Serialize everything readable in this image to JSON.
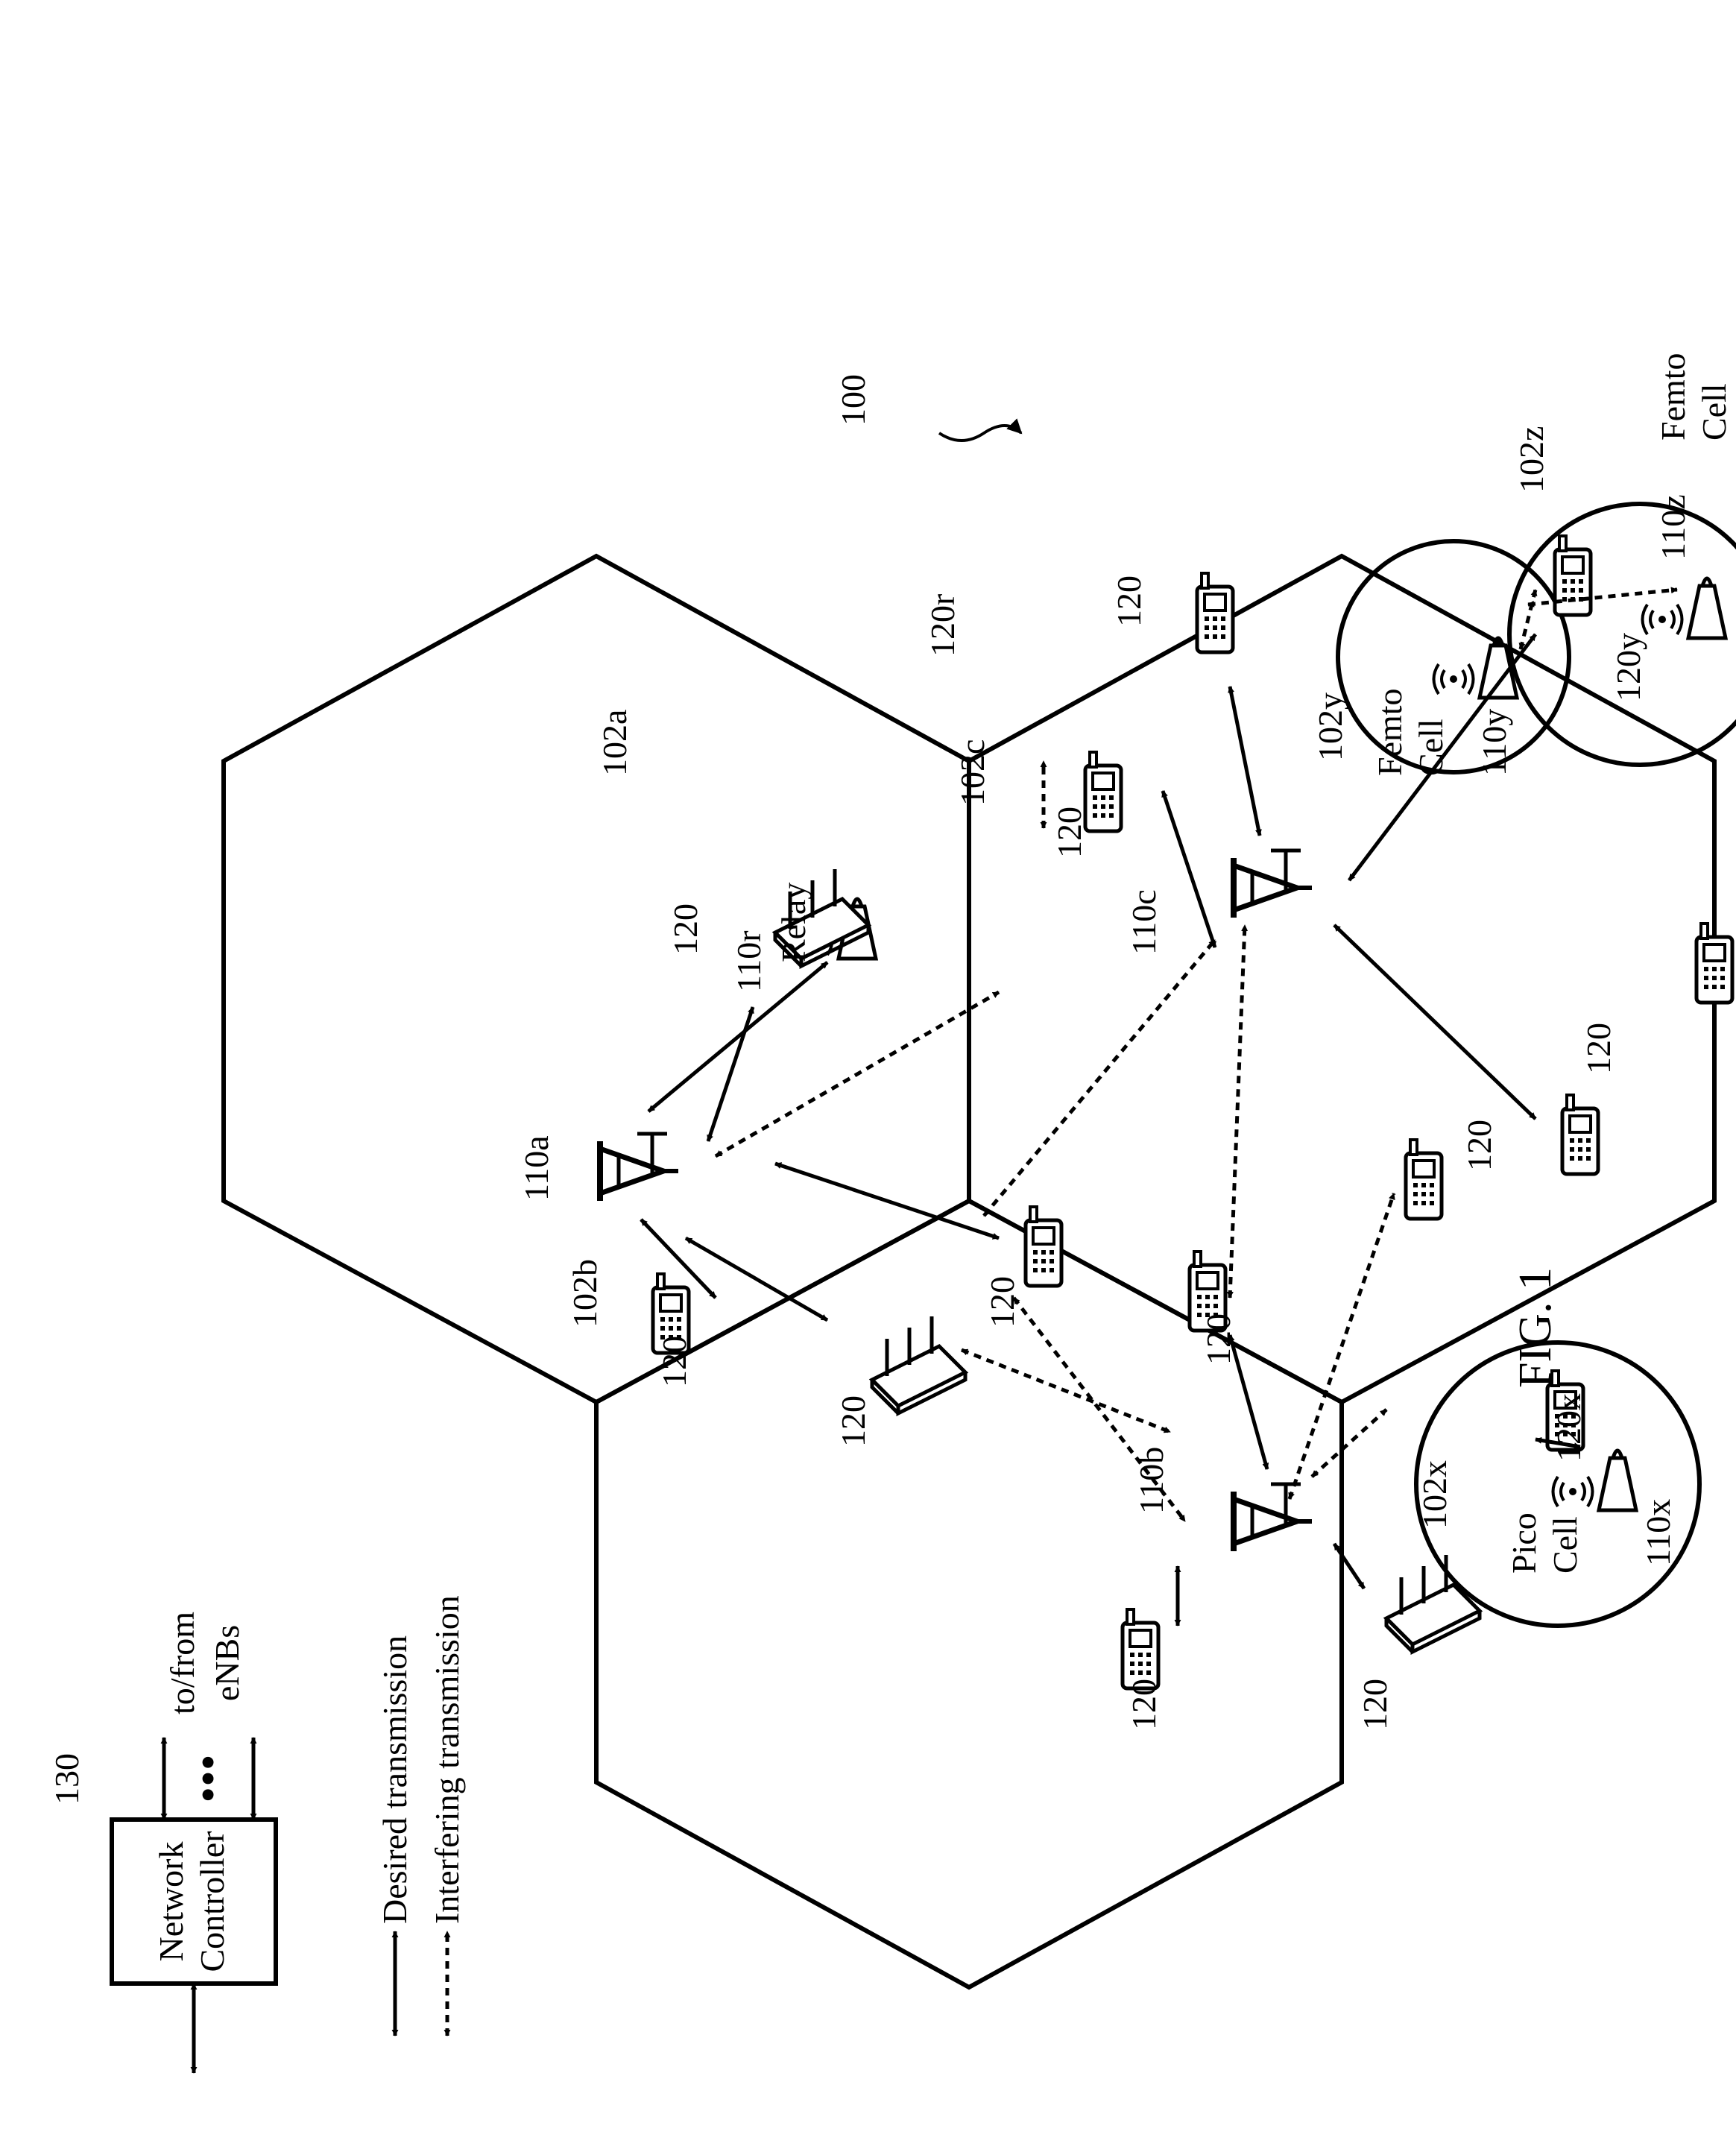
{
  "figure": {
    "title": "FIG. 1",
    "system_ref": "100"
  },
  "cells": {
    "macro_a": "102a",
    "macro_b": "102b",
    "macro_c": "102c",
    "pico_cell": "102x",
    "femto_cell_y": "102y",
    "femto_cell_z": "102z"
  },
  "stations": {
    "enb_a": "110a",
    "enb_b": "110b",
    "enb_c": "110c",
    "relay": "110r",
    "pico": "110x",
    "femto_y": "110y",
    "femto_z": "110z"
  },
  "cell_type_labels": {
    "relay": "Relay",
    "pico_line1": "Pico",
    "pico_line2": "Cell",
    "femto_line1": "Femto",
    "femto_line2": "Cell"
  },
  "ue": {
    "generic": "120",
    "relay_ue": "120r",
    "pico_ue": "120x",
    "femto_ue": "120y"
  },
  "controller": {
    "ref": "130",
    "line1": "Network",
    "line2": "Controller",
    "to_from_line1": "to/from",
    "to_from_line2": "eNBs",
    "ellipsis": "•••"
  },
  "legend": {
    "desired": "Desired transmission",
    "interfering": "Interfering transmission"
  }
}
